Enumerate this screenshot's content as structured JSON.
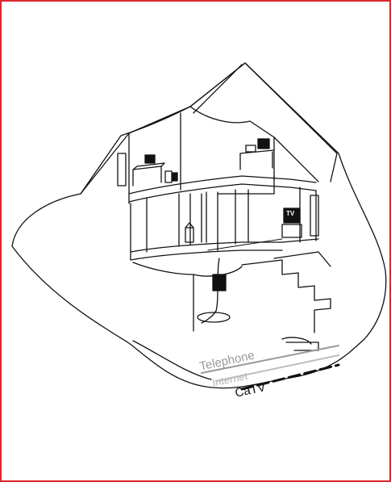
{
  "labels": {
    "telephone": "Telephone",
    "internet": "Internet",
    "catv": "CaTV",
    "tv": "TV"
  },
  "colors": {
    "frame": "#d9272e",
    "line": "#111111",
    "telephone": "#9a9a9a",
    "internet": "#b4b4b4"
  },
  "icons": [
    "computer-icon",
    "desk-lamp-icon",
    "tv-icon",
    "lantern-icon",
    "distribution-box-icon"
  ]
}
